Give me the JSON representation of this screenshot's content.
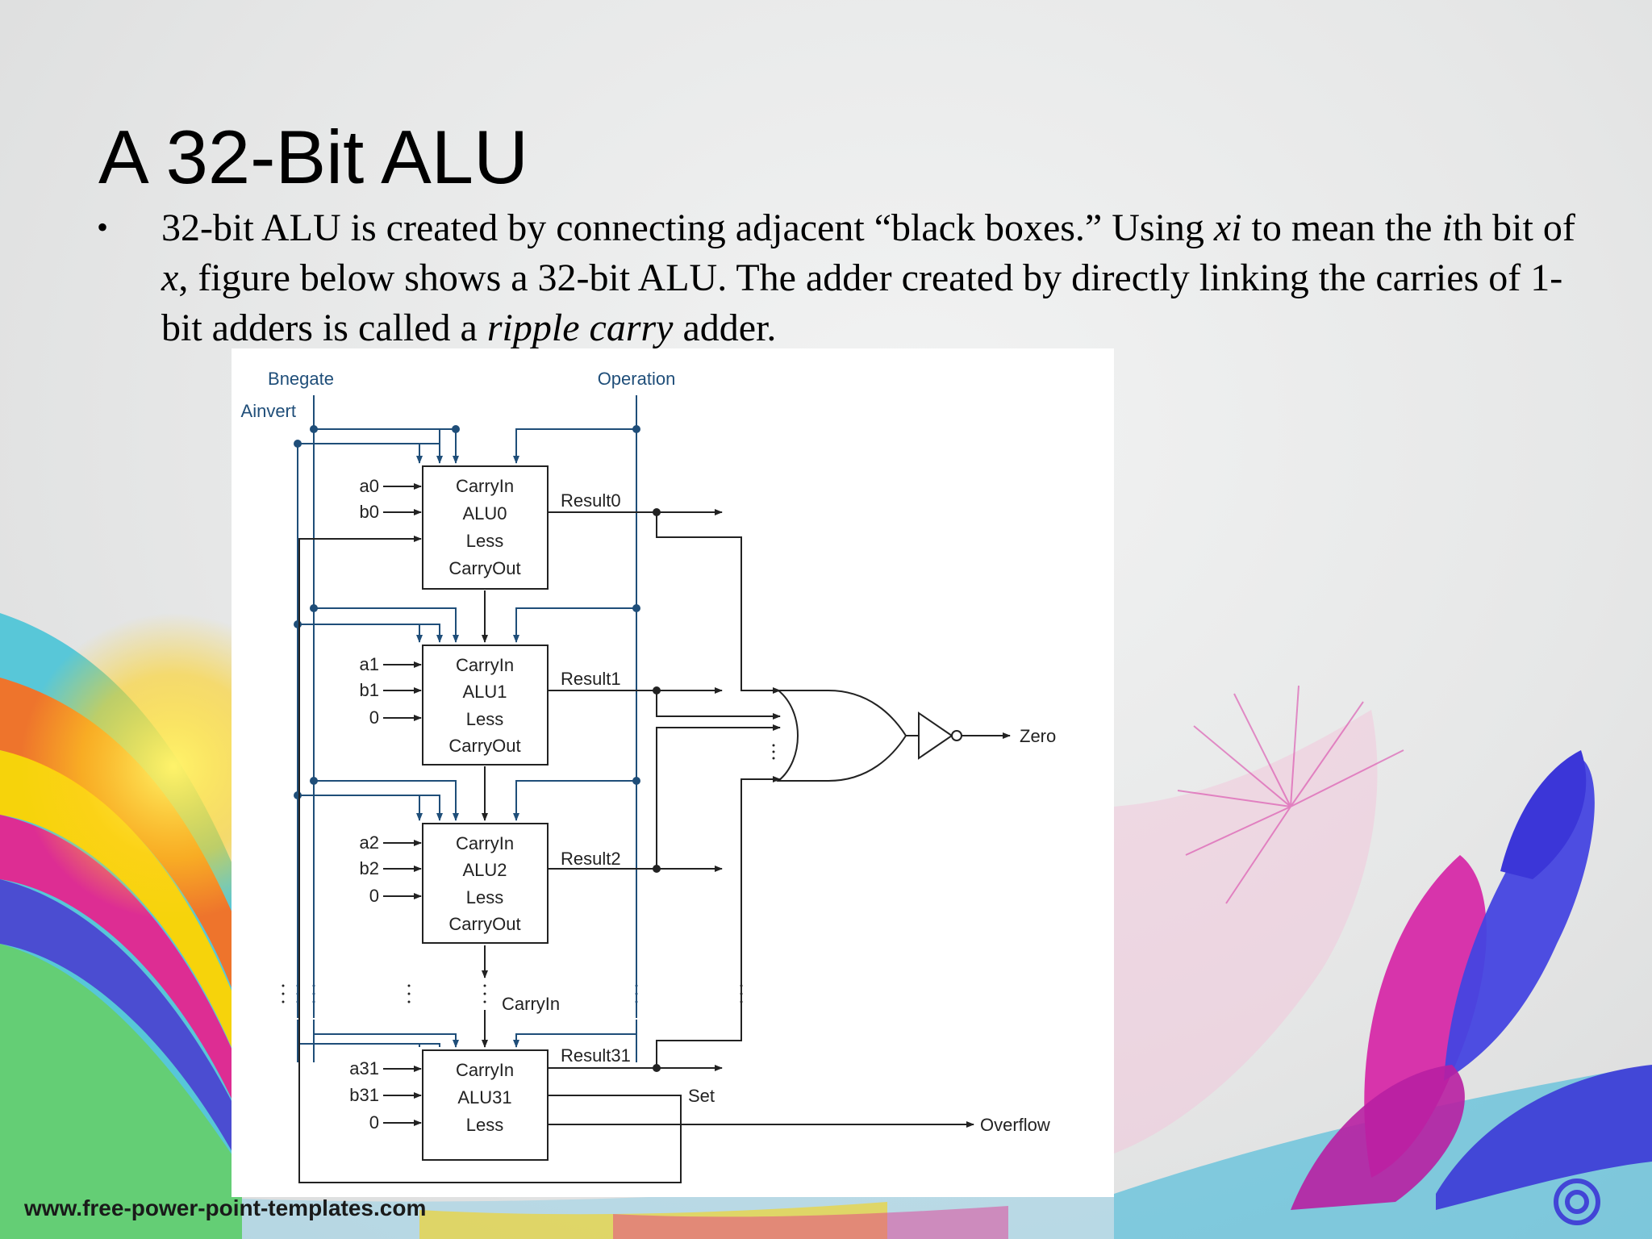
{
  "slide": {
    "title": "A 32-Bit ALU",
    "bullet_symbol": "•",
    "bullet_parts": [
      {
        "text": "32-bit ALU is created by connecting adjacent “black boxes.” Using ",
        "italic": false
      },
      {
        "text": "xi",
        "italic": true
      },
      {
        "text": " to mean the ",
        "italic": false
      },
      {
        "text": "i",
        "italic": true
      },
      {
        "text": "th bit of ",
        "italic": false
      },
      {
        "text": "x",
        "italic": true
      },
      {
        "text": ", figure below shows a 32-bit ALU. The adder created by directly linking the carries of 1-bit adders is called a ",
        "italic": false
      },
      {
        "text": "ripple carry",
        "italic": true
      },
      {
        "text": " adder.",
        "italic": false
      }
    ],
    "footer": "www.free-power-point-templates.com"
  },
  "diagram": {
    "controls": {
      "bnegate": "Bnegate",
      "ainvert": "Ainvert",
      "operation": "Operation"
    },
    "alus": [
      {
        "name": "ALU0",
        "a": "a0",
        "b": "b0",
        "less": "",
        "result": "Result0",
        "ports": [
          "CarryIn",
          "ALU0",
          "Less",
          "CarryOut"
        ]
      },
      {
        "name": "ALU1",
        "a": "a1",
        "b": "b1",
        "less": "0",
        "result": "Result1",
        "ports": [
          "CarryIn",
          "ALU1",
          "Less",
          "CarryOut"
        ]
      },
      {
        "name": "ALU2",
        "a": "a2",
        "b": "b2",
        "less": "0",
        "result": "Result2",
        "ports": [
          "CarryIn",
          "ALU2",
          "Less",
          "CarryOut"
        ]
      },
      {
        "name": "ALU31",
        "a": "a31",
        "b": "b31",
        "less": "0",
        "result": "Result31",
        "ports": [
          "CarryIn",
          "ALU31",
          "Less"
        ]
      }
    ],
    "carryin_label": "CarryIn",
    "set_label": "Set",
    "overflow_label": "Overflow",
    "zero_label": "Zero",
    "colors": {
      "control_blue": "#1f4e79",
      "line": "#222222"
    }
  }
}
